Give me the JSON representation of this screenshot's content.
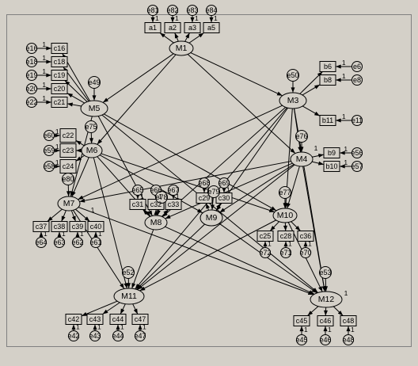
{
  "colors": {
    "background": "#d4d0c8",
    "frame": "#808080",
    "line": "#000000"
  },
  "latents": [
    {
      "label": "M1"
    },
    {
      "label": "M5"
    },
    {
      "label": "M3"
    },
    {
      "label": "M6"
    },
    {
      "label": "M4"
    },
    {
      "label": "M7"
    },
    {
      "label": "M8"
    },
    {
      "label": "M9"
    },
    {
      "label": "M10"
    },
    {
      "label": "M11"
    },
    {
      "label": "M12"
    }
  ],
  "indicators": [
    {
      "label": "a1",
      "latent": "M1",
      "error": "e81",
      "error_weight": "1"
    },
    {
      "label": "a2",
      "latent": "M1",
      "error": "e82",
      "error_weight": "1"
    },
    {
      "label": "a3",
      "latent": "M1",
      "error": "e83",
      "error_weight": "1"
    },
    {
      "label": "a5",
      "latent": "M1",
      "error": "e84",
      "error_weight": "1"
    },
    {
      "label": "c16",
      "latent": "M5",
      "error": "e16",
      "error_weight": "1"
    },
    {
      "label": "c18",
      "latent": "M5",
      "error": "e18",
      "error_weight": "1"
    },
    {
      "label": "c19",
      "latent": "M5",
      "error": "e19",
      "error_weight": "1"
    },
    {
      "label": "c20",
      "latent": "M5",
      "error": "e20",
      "error_weight": "1"
    },
    {
      "label": "c21",
      "latent": "M5",
      "error": "e22",
      "error_weight": "1"
    },
    {
      "label": "c22",
      "latent": "M6",
      "error": "e60",
      "error_weight": "1"
    },
    {
      "label": "c23",
      "latent": "M6",
      "error": "e59",
      "error_weight": "1"
    },
    {
      "label": "c24",
      "latent": "M6",
      "error": "e58",
      "error_weight": "1"
    },
    {
      "label": "c37",
      "latent": "M7",
      "error": "e64",
      "error_weight": "1"
    },
    {
      "label": "c38",
      "latent": "M7",
      "error": "e63",
      "error_weight": "1"
    },
    {
      "label": "c39",
      "latent": "M7",
      "error": "e62",
      "error_weight": "1"
    },
    {
      "label": "c40",
      "latent": "M7",
      "error": "e61",
      "error_weight": "1",
      "loading_weight": "1"
    },
    {
      "label": "c31",
      "latent": "M8",
      "error": "e65",
      "error_weight": "1"
    },
    {
      "label": "c32",
      "latent": "M8",
      "error": "e66",
      "error_weight": "1"
    },
    {
      "label": "c33",
      "latent": "M8",
      "error": "e67",
      "error_weight": "1"
    },
    {
      "label": "c29",
      "latent": "M9",
      "error": "e68",
      "error_weight": "1"
    },
    {
      "label": "c30",
      "latent": "M9",
      "error": "e69",
      "error_weight": "1"
    },
    {
      "label": "b6",
      "latent": "M3",
      "error": "e6",
      "error_weight": "1"
    },
    {
      "label": "b8",
      "latent": "M3",
      "error": "e8",
      "error_weight": "1"
    },
    {
      "label": "b11",
      "latent": "M3",
      "error": "e11",
      "error_weight": "1"
    },
    {
      "label": "b9",
      "latent": "M4",
      "error": "e56",
      "error_weight": "1",
      "loading_weight": "1"
    },
    {
      "label": "b10",
      "latent": "M4",
      "error": "e57",
      "error_weight": "1"
    },
    {
      "label": "c25",
      "latent": "M10",
      "error": "e72",
      "error_weight": "1"
    },
    {
      "label": "c28",
      "latent": "M10",
      "error": "e71",
      "error_weight": "1"
    },
    {
      "label": "c36",
      "latent": "M10",
      "error": "e70",
      "error_weight": "1"
    },
    {
      "label": "c42",
      "latent": "M11",
      "error": "e42",
      "error_weight": "1"
    },
    {
      "label": "c43",
      "latent": "M11",
      "error": "e43",
      "error_weight": "1"
    },
    {
      "label": "c44",
      "latent": "M11",
      "error": "e44",
      "error_weight": "1"
    },
    {
      "label": "c47",
      "latent": "M11",
      "error": "e47",
      "error_weight": "1"
    },
    {
      "label": "c45",
      "latent": "M12",
      "error": "e45",
      "error_weight": "1"
    },
    {
      "label": "c46",
      "latent": "M12",
      "error": "e46",
      "error_weight": "1"
    },
    {
      "label": "c48",
      "latent": "M12",
      "error": "e48",
      "error_weight": "1",
      "loading_weight": "1"
    }
  ],
  "disturbances": [
    {
      "label": "e49",
      "latent": "M5"
    },
    {
      "label": "e50",
      "latent": "M3"
    },
    {
      "label": "e75",
      "latent": "M6"
    },
    {
      "label": "e76",
      "latent": "M4"
    },
    {
      "label": "e80",
      "latent": "M7"
    },
    {
      "label": "e78",
      "latent": "M8"
    },
    {
      "label": "e79",
      "latent": "M9"
    },
    {
      "label": "e77",
      "latent": "M10"
    },
    {
      "label": "e52",
      "latent": "M11"
    },
    {
      "label": "e53",
      "latent": "M12"
    }
  ],
  "paths": [
    {
      "from": "M1",
      "to": "M5"
    },
    {
      "from": "M1",
      "to": "M6"
    },
    {
      "from": "M1",
      "to": "M3"
    },
    {
      "from": "M1",
      "to": "M4"
    },
    {
      "from": "M5",
      "to": "M7"
    },
    {
      "from": "M5",
      "to": "M8"
    },
    {
      "from": "M5",
      "to": "M10"
    },
    {
      "from": "M5",
      "to": "M12"
    },
    {
      "from": "M6",
      "to": "M7"
    },
    {
      "from": "M6",
      "to": "M8"
    },
    {
      "from": "M6",
      "to": "M9"
    },
    {
      "from": "M6",
      "to": "M10"
    },
    {
      "from": "M6",
      "to": "M11"
    },
    {
      "from": "M3",
      "to": "M4"
    },
    {
      "from": "M3",
      "to": "M7"
    },
    {
      "from": "M3",
      "to": "M8"
    },
    {
      "from": "M3",
      "to": "M9"
    },
    {
      "from": "M3",
      "to": "M10"
    },
    {
      "from": "M3",
      "to": "M11"
    },
    {
      "from": "M3",
      "to": "M12"
    },
    {
      "from": "M4",
      "to": "M7"
    },
    {
      "from": "M4",
      "to": "M8"
    },
    {
      "from": "M4",
      "to": "M9"
    },
    {
      "from": "M4",
      "to": "M10"
    },
    {
      "from": "M4",
      "to": "M11"
    },
    {
      "from": "M4",
      "to": "M12"
    },
    {
      "from": "M7",
      "to": "M11"
    },
    {
      "from": "M7",
      "to": "M12"
    },
    {
      "from": "M8",
      "to": "M11"
    },
    {
      "from": "M8",
      "to": "M12"
    },
    {
      "from": "M9",
      "to": "M11"
    },
    {
      "from": "M9",
      "to": "M12"
    },
    {
      "from": "M10",
      "to": "M11"
    },
    {
      "from": "M10",
      "to": "M12"
    }
  ]
}
